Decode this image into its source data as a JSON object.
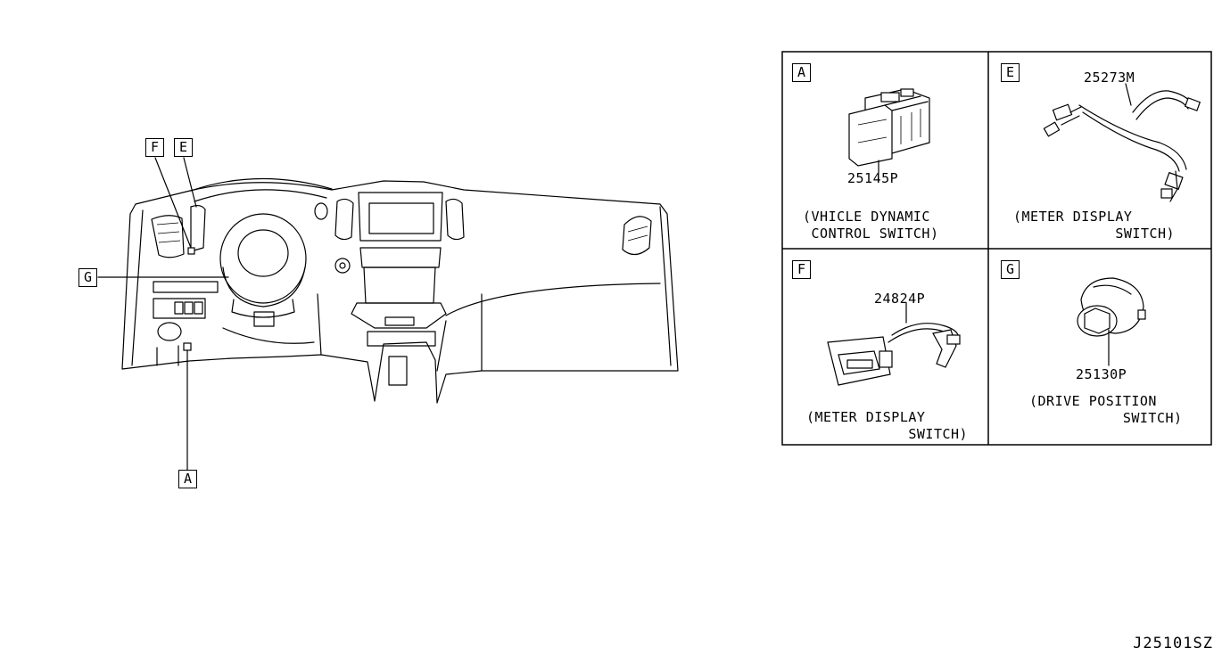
{
  "callouts": {
    "main": {
      "F": "F",
      "E": "E",
      "G": "G",
      "A": "A"
    },
    "panels": {
      "A": "A",
      "E": "E",
      "F": "F",
      "G": "G"
    }
  },
  "parts": {
    "A": {
      "part_number": "25145P",
      "desc_line1": "(VHICLE DYNAMIC",
      "desc_line2": " CONTROL SWITCH)"
    },
    "E": {
      "part_number": "25273M",
      "desc_line1": "(METER DISPLAY",
      "desc_line2": "            SWITCH)"
    },
    "F": {
      "part_number": "24824P",
      "desc_line1": "(METER DISPLAY",
      "desc_line2": "            SWITCH)"
    },
    "G": {
      "part_number": "25130P",
      "desc_line1": "(DRIVE POSITION",
      "desc_line2": "           SWITCH)"
    }
  },
  "diagram_ref": "J25101SZ"
}
